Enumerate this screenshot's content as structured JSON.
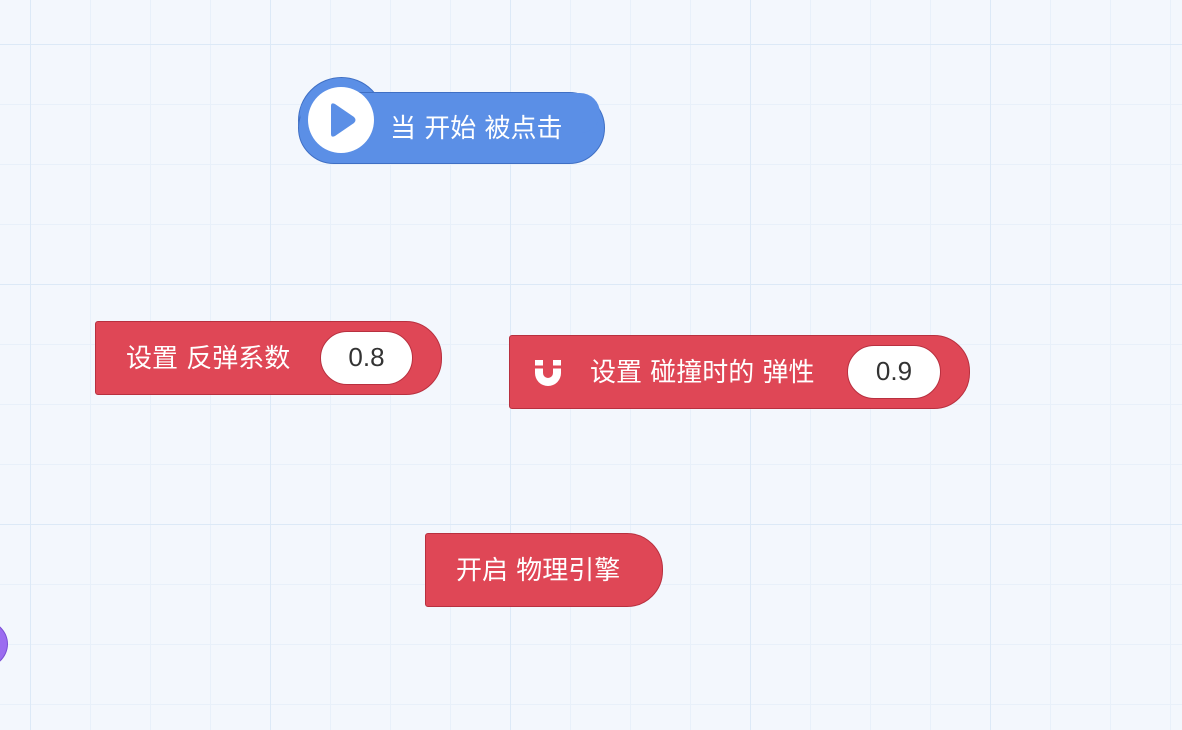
{
  "workspace": {
    "colors": {
      "background": "#f3f7fd",
      "grid": "#dce9f7",
      "event_block": "#5b8fe6",
      "physics_block": "#df4756",
      "edge_block": "#9b6cf0"
    }
  },
  "blocks": {
    "when_start_clicked": {
      "icon": "play-icon",
      "label": "当 开始 被点击"
    },
    "set_bounce": {
      "label": "设置 反弹系数",
      "value": "0.8"
    },
    "set_collision_elasticity": {
      "icon": "magnet-icon",
      "label": "设置 碰撞时的 弹性",
      "value": "0.9"
    },
    "enable_physics": {
      "label": "开启 物理引擎"
    }
  }
}
